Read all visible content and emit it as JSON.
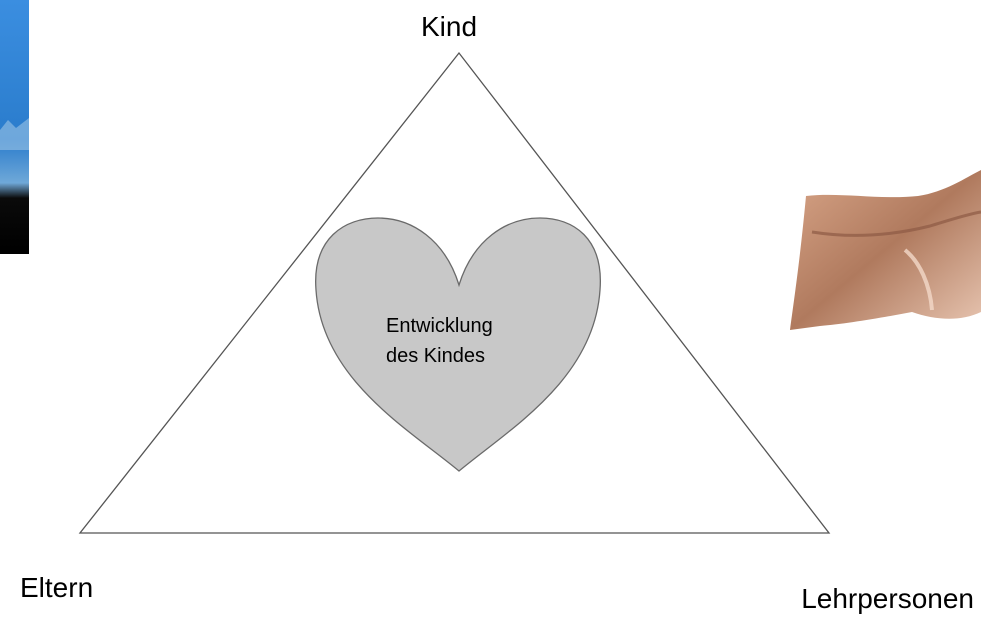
{
  "diagram": {
    "top_label": "Kind",
    "left_label": "Eltern",
    "right_label": "Lehrpersonen",
    "center_line1": "Entwicklung",
    "center_line2": "des Kindes"
  },
  "colors": {
    "heart_fill": "#c8c8c8",
    "heart_stroke": "#6a6a6a",
    "triangle_stroke": "#555555",
    "sky_photo": "#2f7fd0",
    "skin_photo": "#c48a6a"
  },
  "images": {
    "left_photo": "sky-photo-fragment",
    "right_photo": "folded-arms-photo"
  }
}
